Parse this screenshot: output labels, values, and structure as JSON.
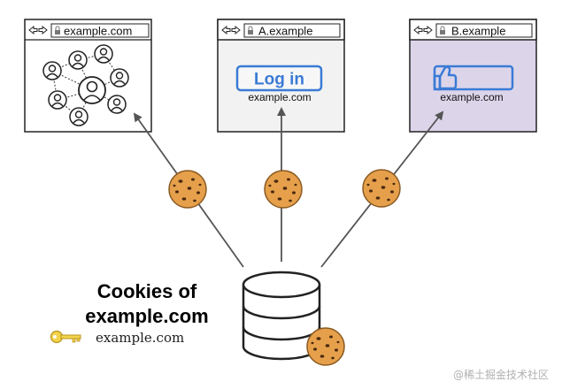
{
  "browsers": [
    {
      "url": "example.com",
      "subtitle": ""
    },
    {
      "url": "A.example",
      "button_label": "Log in",
      "subtitle": "example.com"
    },
    {
      "url": "B.example",
      "subtitle": "example.com"
    }
  ],
  "store": {
    "title_line1": "Cookies of",
    "title_line2": "example.com",
    "key_label": "example.com"
  },
  "watermark": "@稀土掘金技术社区",
  "colors": {
    "cookie": "#e6a04b",
    "accent": "#3a7bd5",
    "b_panel": "#dcd5ea",
    "a_panel": "#f2f2f2"
  }
}
